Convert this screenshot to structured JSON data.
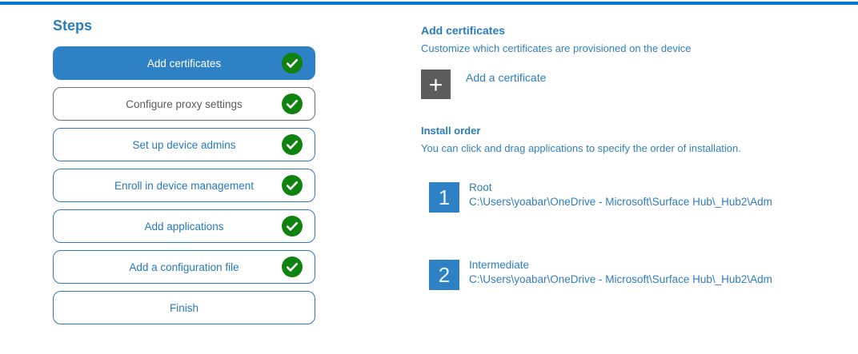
{
  "colors": {
    "top_accent_bar": "#0078d7",
    "selected_step_bg": "#2e81c4",
    "step_outline_blue": "#2e7ac2",
    "step_text_blue": "#2778bf",
    "muted_step_border": "#6e6e6e",
    "muted_step_text": "#595959",
    "check_green": "#0f820f",
    "add_tile_gray": "#5d5d5d",
    "heading_blue": "#2b7bbd",
    "body_text_blue": "#3180bf",
    "order_square_blue": "#2e81c4"
  },
  "steps": {
    "title": "Steps",
    "items": [
      {
        "label": "Add certificates",
        "state": "selected",
        "checked": true
      },
      {
        "label": "Configure proxy settings",
        "state": "muted",
        "checked": true
      },
      {
        "label": "Set up device admins",
        "state": "normal",
        "checked": true
      },
      {
        "label": "Enroll in device management",
        "state": "normal",
        "checked": true
      },
      {
        "label": "Add applications",
        "state": "normal",
        "checked": true
      },
      {
        "label": "Add a configuration file",
        "state": "normal",
        "checked": true
      },
      {
        "label": "Finish",
        "state": "normal",
        "checked": false
      }
    ]
  },
  "content": {
    "section_title": "Add certificates",
    "section_subtitle": "Customize which certificates are provisioned on the device",
    "add_button": {
      "label": "Add a certificate",
      "icon_glyph": "+"
    },
    "install_order": {
      "title": "Install order",
      "description": "You can click and drag applications to specify the order of installation.",
      "items": [
        {
          "index": "1",
          "name": "Root",
          "path": "C:\\Users\\yoabar\\OneDrive - Microsoft\\Surface Hub\\_Hub2\\Adm"
        },
        {
          "index": "2",
          "name": "Intermediate",
          "path": "C:\\Users\\yoabar\\OneDrive - Microsoft\\Surface Hub\\_Hub2\\Adm"
        }
      ]
    }
  }
}
